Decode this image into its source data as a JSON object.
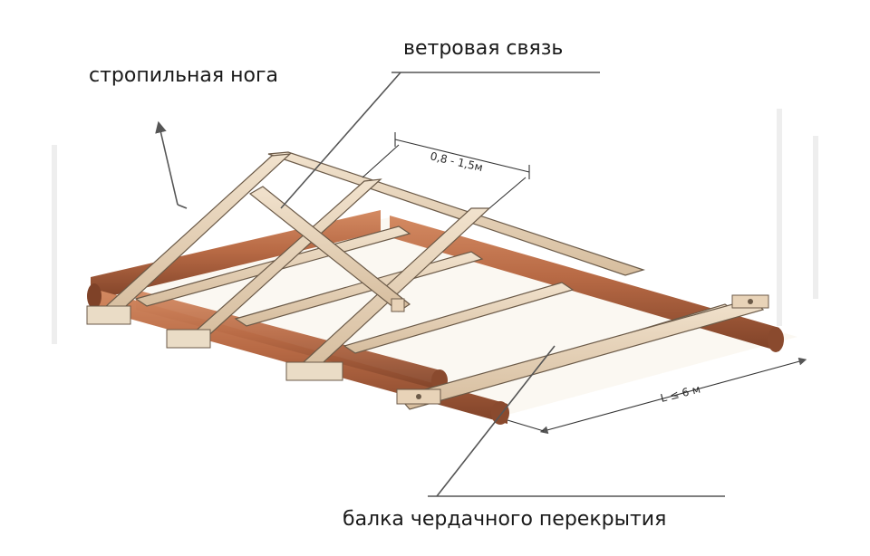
{
  "labels": {
    "rafter_leg": "стропильная нога",
    "wind_brace": "ветровая связь",
    "attic_beam": "балка чердачного перекрытия"
  },
  "dimensions": {
    "rafter_spacing": "0,8 - 1,5м",
    "span": "L ≤ 6 м"
  },
  "colors": {
    "log_wood": "#b86a45",
    "log_dark": "#8a4a2e",
    "plank_wood": "#e8d3b8",
    "plank_shade": "#cfb597",
    "leader_line": "#555555",
    "text": "#1a1a1a"
  }
}
